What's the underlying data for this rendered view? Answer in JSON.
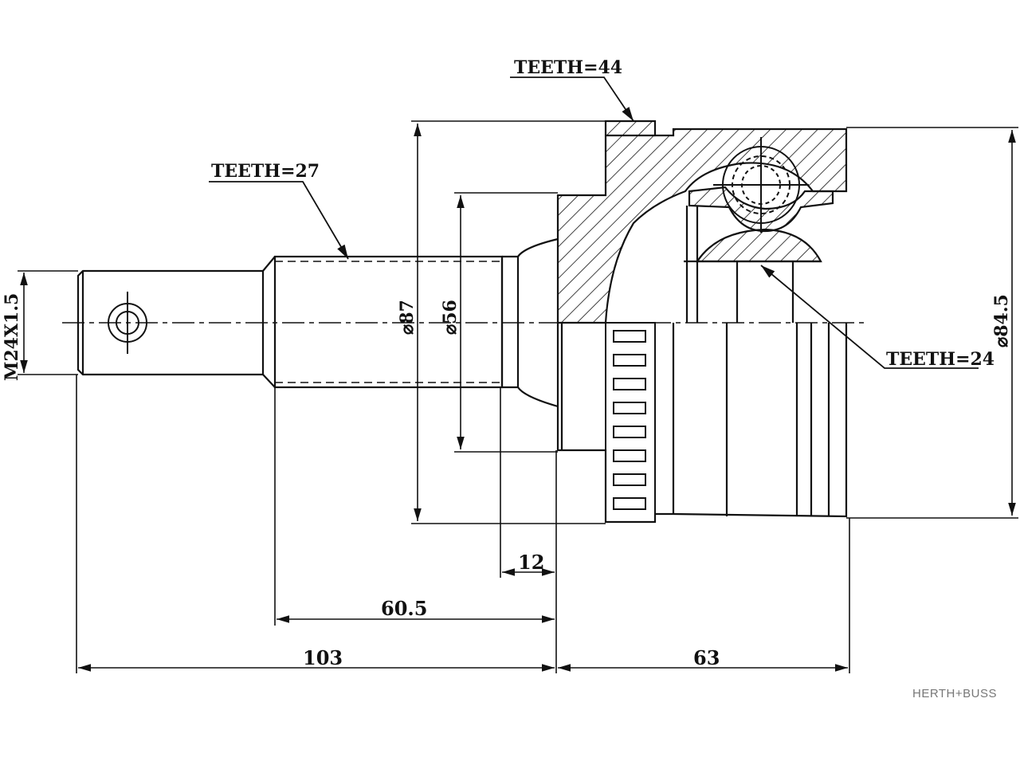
{
  "diagram": {
    "labels": {
      "teeth_outer": "TEETH=44",
      "teeth_shaft": "TEETH=27",
      "teeth_inner": "TEETH=24"
    },
    "dimensions": {
      "thread": "M24X1.5",
      "dia_87": "⌀87",
      "dia_56": "⌀56",
      "dia_84_5": "⌀84.5",
      "len_12": "12",
      "len_60_5": "60.5",
      "len_103": "103",
      "len_63": "63"
    },
    "brand": "HERTH+BUSS"
  }
}
